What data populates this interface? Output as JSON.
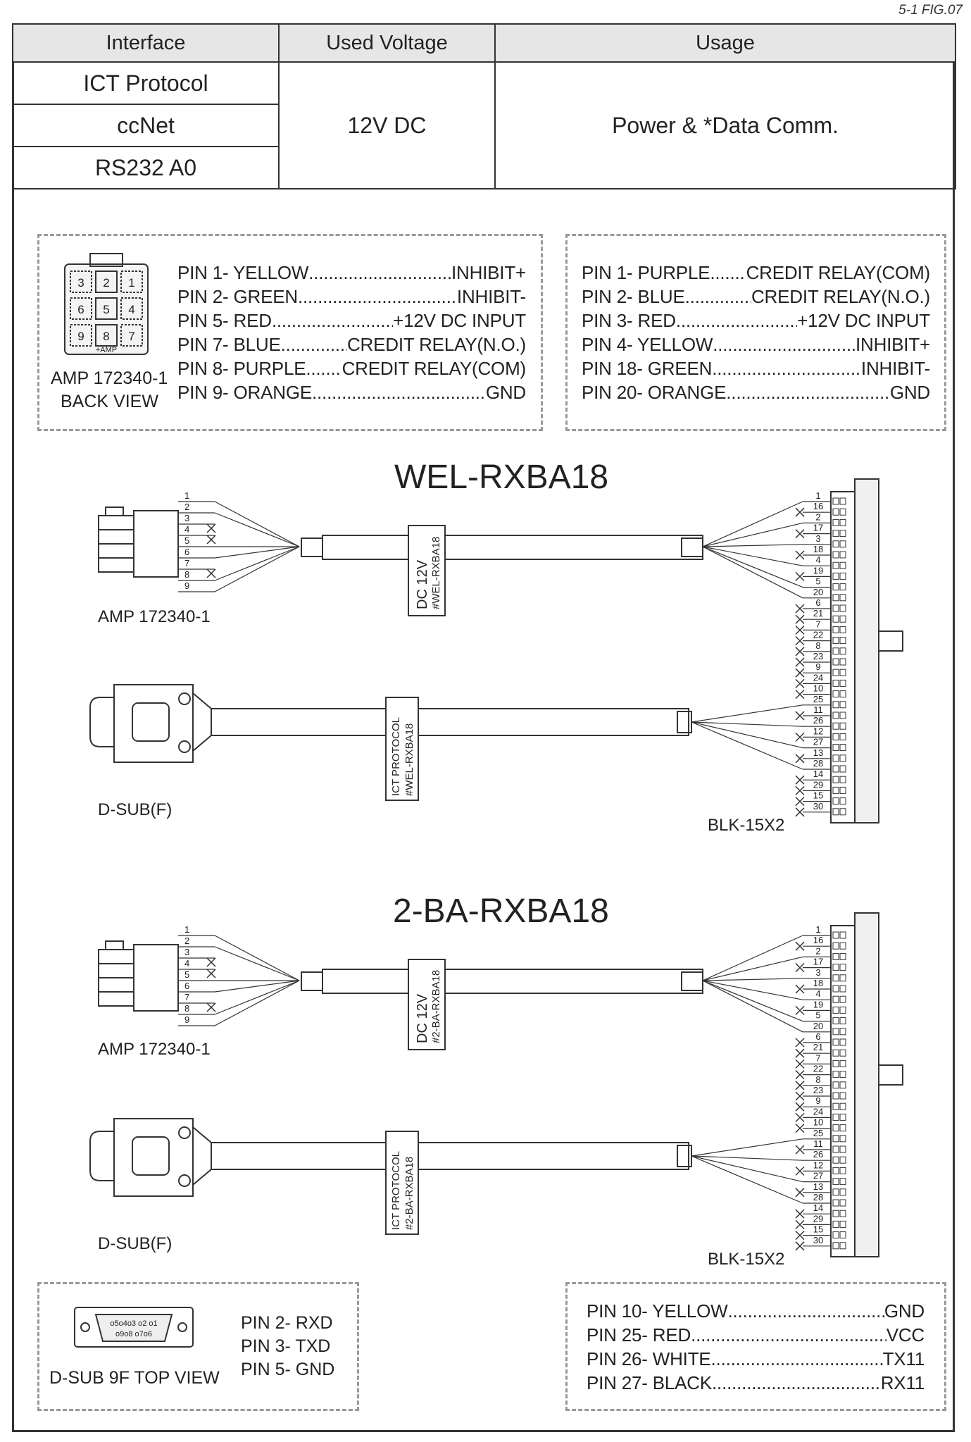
{
  "figure_label": "5-1 FIG.07",
  "table": {
    "headers": [
      "Interface",
      "Used Voltage",
      "Usage"
    ],
    "interfaces": [
      "ICT Protocol",
      "ccNet",
      "RS232 A0"
    ],
    "voltage": "12V DC",
    "usage": "Power & *Data Comm."
  },
  "amp_box": {
    "connector_pins": [
      "3",
      "2",
      "1",
      "6",
      "5",
      "4",
      "9",
      "8",
      "7"
    ],
    "connector_mark": "+AMP",
    "caption_1": "AMP 172340-1",
    "caption_2": "BACK VIEW",
    "pins": [
      {
        "left": "PIN 1- YELLOW",
        "right": "INHIBIT+"
      },
      {
        "left": "PIN 2- GREEN",
        "right": "INHIBIT-"
      },
      {
        "left": "PIN 5- RED",
        "right": "+12V DC INPUT"
      },
      {
        "left": "PIN 7- BLUE",
        "right": "CREDIT RELAY(N.O.)"
      },
      {
        "left": "PIN 8- PURPLE",
        "right": "CREDIT RELAY(COM)"
      },
      {
        "left": "PIN 9- ORANGE",
        "right": "GND"
      }
    ]
  },
  "blk_box": {
    "pins": [
      {
        "left": "PIN   1- PURPLE",
        "right": "CREDIT RELAY(COM)"
      },
      {
        "left": "PIN   2- BLUE",
        "right": "CREDIT RELAY(N.O.)"
      },
      {
        "left": "PIN   3- RED",
        "right": "+12V DC INPUT"
      },
      {
        "left": "PIN   4- YELLOW",
        "right": "INHIBIT+"
      },
      {
        "left": "PIN 18- GREEN",
        "right": "INHIBIT-"
      },
      {
        "left": "PIN 20- ORANGE",
        "right": "GND"
      }
    ]
  },
  "assemblies": [
    {
      "title": "WEL-RXBA18",
      "dc_tag_1": "DC 12V",
      "dc_tag_2": "#WEL-RXBA18",
      "ict_tag_1": "ICT PROTOCOL",
      "ict_tag_2": "#WEL-RXBA18",
      "amp_label": "AMP 172340-1",
      "dsub_label": "D-SUB(F)",
      "blk_label": "BLK-15X2"
    },
    {
      "title": "2-BA-RXBA18",
      "dc_tag_1": "DC 12V",
      "dc_tag_2": "#2-BA-RXBA18",
      "ict_tag_1": "ICT PROTOCOL",
      "ict_tag_2": "#2-BA-RXBA18",
      "amp_label": "AMP 172340-1",
      "dsub_label": "D-SUB(F)",
      "blk_label": "BLK-15X2"
    }
  ],
  "amp_pin_numbers": [
    "1",
    "2",
    "3",
    "4",
    "5",
    "6",
    "7",
    "8",
    "9"
  ],
  "blk_pin_numbers": [
    "1",
    "16",
    "2",
    "17",
    "3",
    "18",
    "4",
    "19",
    "5",
    "20",
    "6",
    "21",
    "7",
    "22",
    "8",
    "23",
    "9",
    "24",
    "10",
    "25",
    "11",
    "26",
    "12",
    "27",
    "13",
    "28",
    "14",
    "29",
    "15",
    "30"
  ],
  "dsub_box": {
    "top_row": "o5o4o3 o2 o1",
    "bottom_row": "o9o8 o7o6",
    "caption": "D-SUB 9F TOP VIEW",
    "pins": [
      "PIN 2- RXD",
      "PIN 3- TXD",
      "PIN 5- GND"
    ]
  },
  "data_box": {
    "pins": [
      {
        "left": "PIN 10- YELLOW",
        "right": "GND"
      },
      {
        "left": "PIN 25- RED",
        "right": "VCC"
      },
      {
        "left": "PIN 26- WHITE",
        "right": "TX11"
      },
      {
        "left": "PIN 27- BLACK",
        "right": "RX11"
      }
    ]
  }
}
